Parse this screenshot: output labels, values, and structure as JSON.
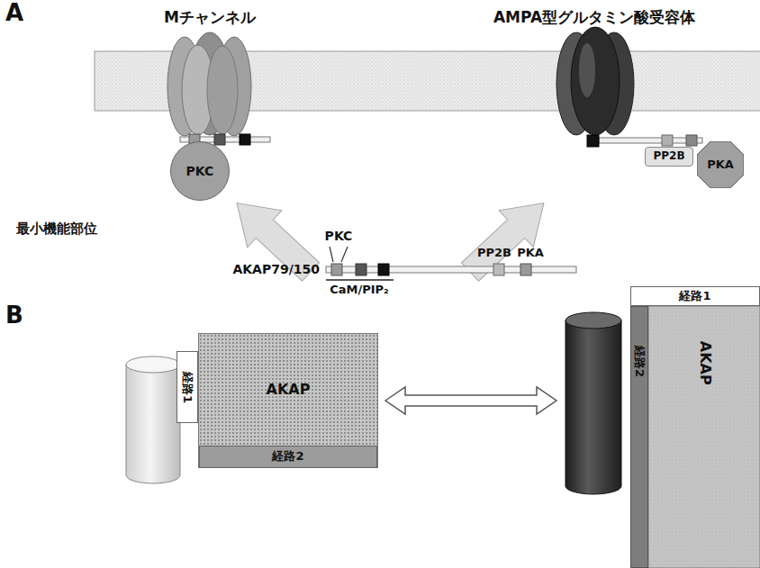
{
  "diagram": {
    "nodes": [
      {
        "text": [
          "PKC"
        ]
      },
      {
        "text": [
          "PP2B"
        ]
      },
      {
        "text": [
          "PKA"
        ]
      },
      {
        "text": [
          "AKAP"
        ]
      },
      {
        "text": [
          "経路1"
        ]
      },
      {
        "text": [
          "経路2"
        ],
        "in": 3
      },
      {
        "text": [
          "AKAP"
        ]
      },
      {
        "text": [
          "経路1"
        ],
        "in": 6
      },
      {
        "text": [
          "経路2"
        ],
        "in": 6
      }
    ],
    "edges": [
      {
        "from": 3,
        "to": 6,
        "arrow": "both"
      }
    ],
    "labels": [
      "A",
      "Mチャンネル",
      "AMPA型グルタミン酸受容体",
      "最小機能部位",
      "PKC",
      "PP2B",
      "PKA",
      "AKAP79/150",
      "CaM/PIP₂",
      "B"
    ]
  }
}
